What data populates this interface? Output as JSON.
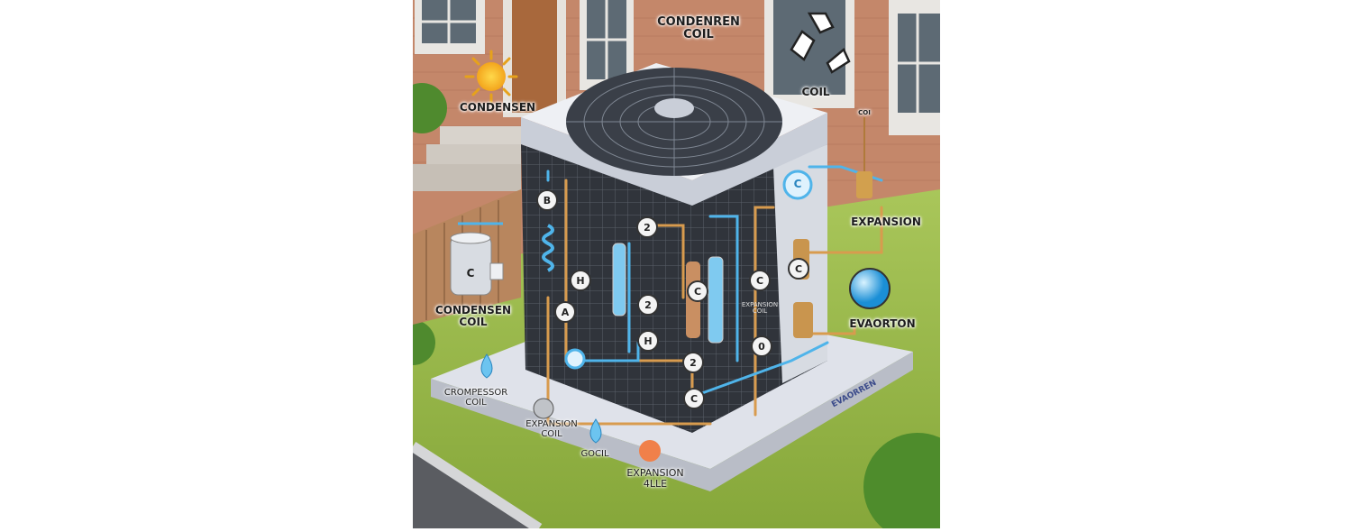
{
  "labels": {
    "top_center": {
      "line1": "CONDENREN",
      "line2": "COIL"
    },
    "sun": "CONDENSEN",
    "recycle": "COIL",
    "valve_tag": "COI",
    "expansion_right": "EXPANSION",
    "evaporator": "EVAORTON",
    "left_tank": {
      "line1": "CONDENSEN",
      "line2": "COIL"
    },
    "compressor": {
      "line1": "CROMPESSOR",
      "line2": "COIL"
    },
    "expansion_coil": {
      "line1": "EXPANSION",
      "line2": "COIL"
    },
    "gocil": "GOCIL",
    "expansion_bottom": {
      "line1": "EXPANSION",
      "line2": "4LLE"
    },
    "pad_text": "EVAORREN",
    "inner_coil": {
      "line1": "EXPANSION",
      "line2": "COIL"
    },
    "tank_letter": "C",
    "refresh_letter": "C"
  },
  "markers": [
    "B",
    "2",
    "H",
    "A",
    "2",
    "H",
    "C",
    "C",
    "2",
    "C",
    "0",
    "C"
  ],
  "colors": {
    "brick": "#c4876a",
    "grass": "#9fbd4c",
    "pad": "#d9dde6",
    "unit": "#2e3138",
    "lid": "#eef0f4",
    "pipe_copper": "#d89b4e",
    "pipe_blue": "#4fb4ea"
  }
}
